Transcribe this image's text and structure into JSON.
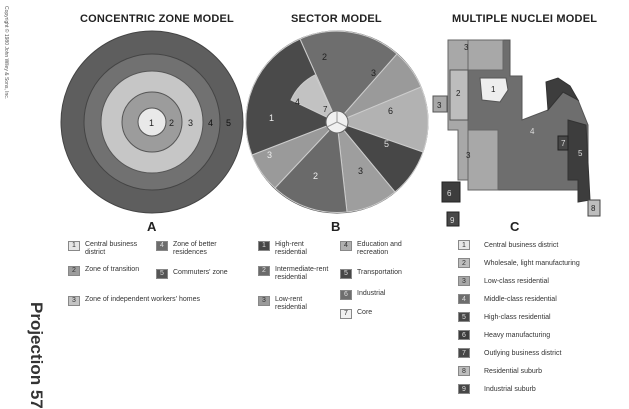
{
  "copyright": "Copyright © 1980 John Wiley & Sons, Inc.",
  "projection_label": "Projection 57",
  "colors": {
    "cbd": "#e6e6e6",
    "zone2": "#9c9c9c",
    "zone3": "#c4c4c4",
    "zone4": "#6c6c6c",
    "zone5": "#555555",
    "sector_high": "#474747",
    "sector_mid": "#6a6a6a",
    "sector_low": "#9a9a9a",
    "sector_edu": "#b0b0b0",
    "nuclei_low": "#a8a8a8",
    "nuclei_mid": "#6e6e6e",
    "nuclei_heavy": "#3d3d3d"
  },
  "models": {
    "concentric": {
      "title": "CONCENTRIC ZONE MODEL",
      "letter": "A",
      "ring_labels": [
        "1",
        "2",
        "3",
        "4",
        "5"
      ]
    },
    "sector": {
      "title": "SECTOR  MODEL",
      "letter": "B",
      "labels": [
        "1",
        "2",
        "3",
        "4",
        "5",
        "6",
        "7"
      ]
    },
    "nuclei": {
      "title": "MULTIPLE NUCLEI MODEL",
      "letter": "C",
      "labels": [
        "1",
        "2",
        "3",
        "4",
        "5",
        "6",
        "7",
        "8",
        "9"
      ]
    }
  },
  "legend_concentric": [
    {
      "num": "1",
      "label": "Central business district"
    },
    {
      "num": "2",
      "label": "Zone of transition"
    },
    {
      "num": "3",
      "label": "Zone of independent workers' homes"
    },
    {
      "num": "4",
      "label": "Zone of better residences"
    },
    {
      "num": "5",
      "label": "Commuters' zone"
    }
  ],
  "legend_sector": [
    {
      "num": "1",
      "label": "High-rent residential"
    },
    {
      "num": "2",
      "label": "Intermediate-rent residential"
    },
    {
      "num": "3",
      "label": "Low-rent residential"
    },
    {
      "num": "4",
      "label": "Education and recreation"
    },
    {
      "num": "5",
      "label": "Transportation"
    },
    {
      "num": "6",
      "label": "Industrial"
    },
    {
      "num": "7",
      "label": "Core"
    }
  ],
  "legend_nuclei": [
    {
      "num": "1",
      "label": "Central business district"
    },
    {
      "num": "2",
      "label": "Wholesale, light manufacturing"
    },
    {
      "num": "3",
      "label": "Low-class residential"
    },
    {
      "num": "4",
      "label": "Middle-class residential"
    },
    {
      "num": "5",
      "label": "High-class residential"
    },
    {
      "num": "6",
      "label": "Heavy manufacturing"
    },
    {
      "num": "7",
      "label": "Outlying business district"
    },
    {
      "num": "8",
      "label": "Residential suburb"
    },
    {
      "num": "9",
      "label": "Industrial suburb"
    }
  ]
}
